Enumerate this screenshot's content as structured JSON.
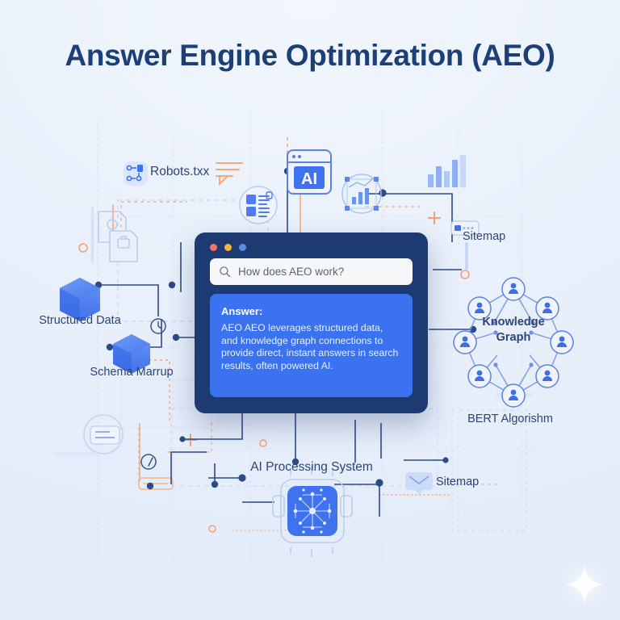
{
  "page": {
    "title": "Answer Engine Optimization (AEO)",
    "background_color": "#eaf0fb",
    "title_color": "#1c3f78",
    "accent_blue": "#3b72f0",
    "accent_navy": "#1d3a72",
    "accent_orange": "#f0a070"
  },
  "browser_window": {
    "traffic_lights": [
      "red",
      "yellow",
      "blue"
    ],
    "search": {
      "icon": "search-icon",
      "value": "How does AEO work?",
      "placeholder": "How does AEO work?"
    },
    "answer": {
      "heading": "Answer:",
      "body": "AEO AEO leverages structured data, and knowledge graph connections to provide direct, instant answers in search results, often powered AI."
    }
  },
  "labels": {
    "robots": "Robots.txx",
    "structured_data": "Structured Data",
    "schema_markup": "Schema Marrup",
    "sitemap_top": "Sitemap",
    "knowledge_graph": "Knowledge Graph",
    "bert": "BERT Algorishm",
    "ai_processing": "AI Processing System",
    "sitemap_bottom": "Sitemap",
    "ai_badge": "AI"
  },
  "icons": {
    "ai_window": "ai-browser-icon",
    "robots": "robots-txt-icon",
    "structured_data": "cube-icon",
    "schema_markup": "cube-icon",
    "knowledge_graph": "network-graph-icon",
    "ai_processor": "cpu-chip-icon",
    "sitemap_top": "card-list-icon",
    "sitemap_bottom": "envelope-pin-icon",
    "analytics": "bar-chart-circle-icon",
    "documents": "document-stack-icon",
    "contact_cards": "contact-cards-icon",
    "sparkle": "sparkle-icon"
  }
}
